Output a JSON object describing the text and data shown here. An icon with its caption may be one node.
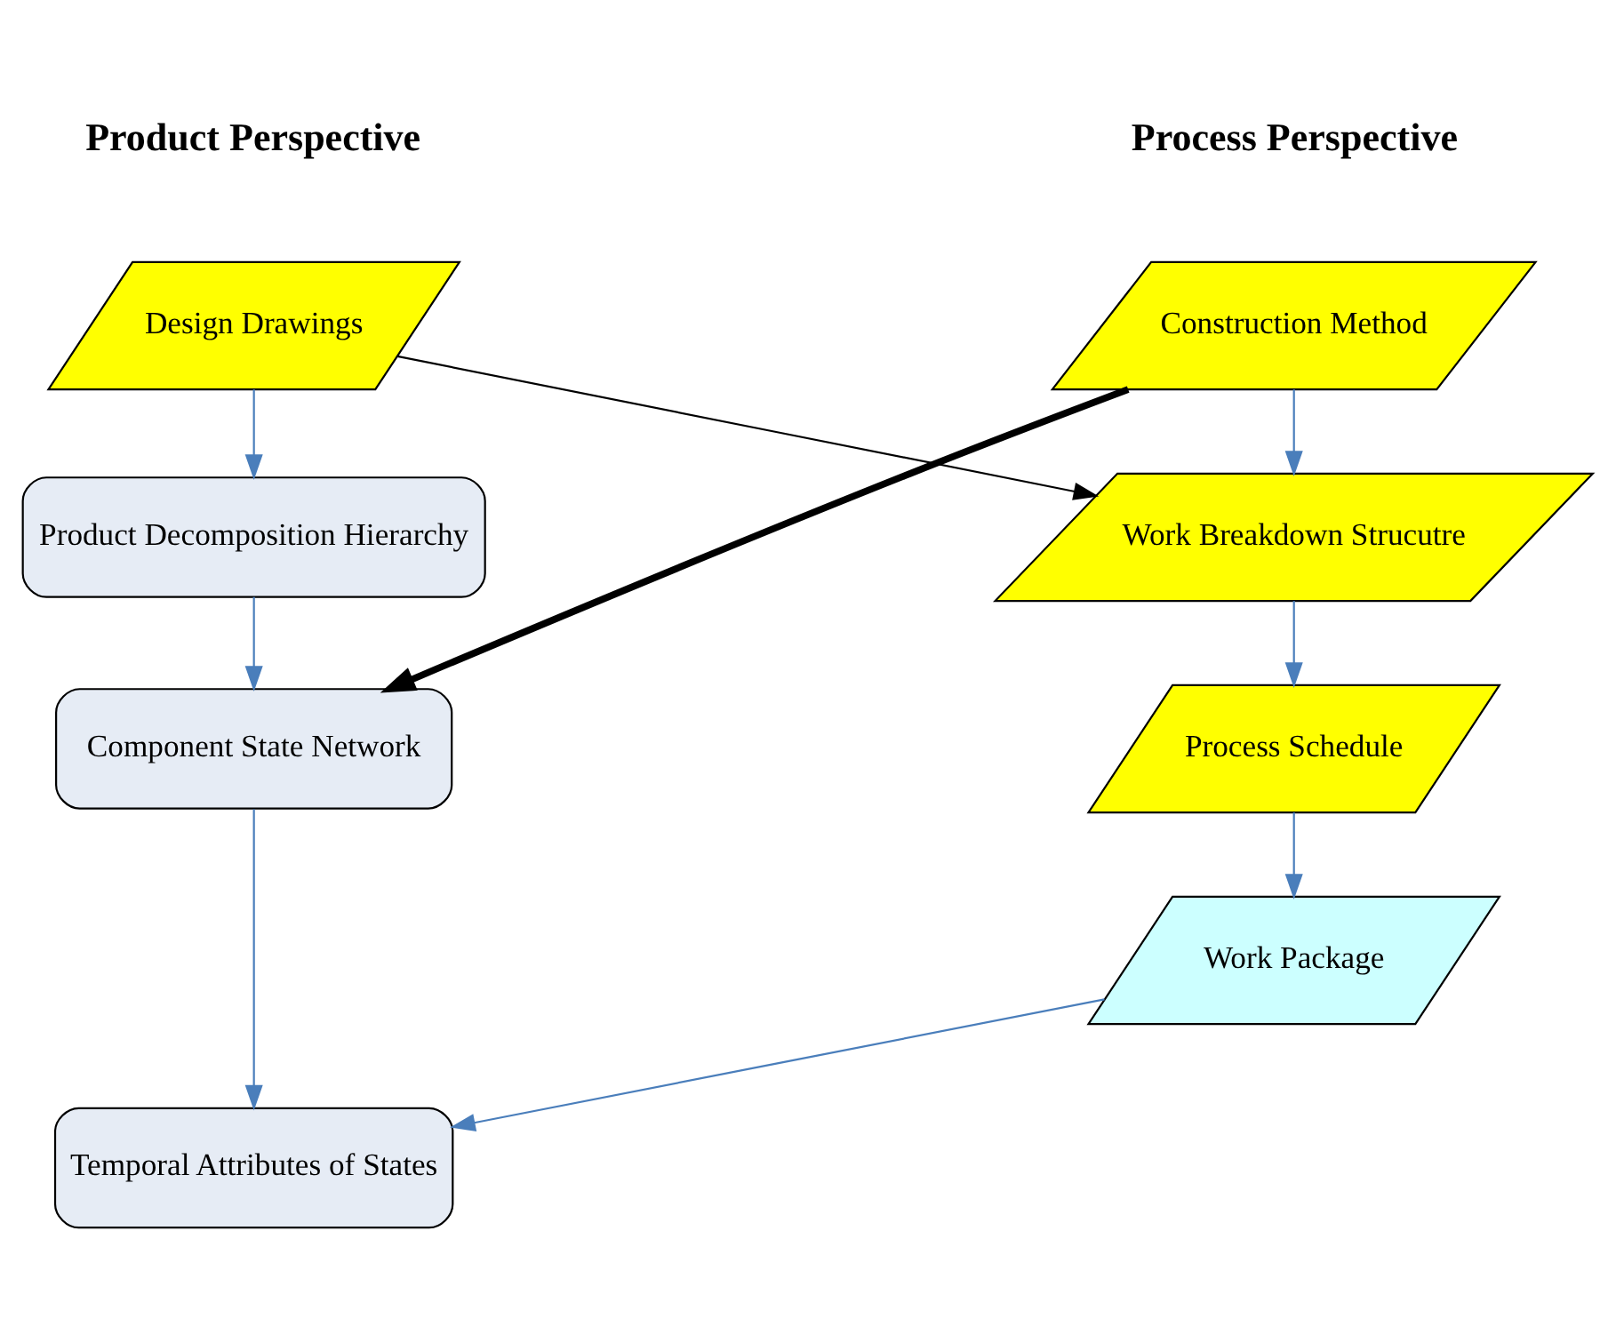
{
  "diagram": {
    "nodes": [
      {
        "text": [
          "Design Drawings"
        ]
      },
      {
        "text": [
          "Construction Method"
        ]
      },
      {
        "text": [
          "Product Decomposition Hierarchy"
        ]
      },
      {
        "text": [
          "Work Breakdown Strucutre"
        ]
      },
      {
        "text": [
          "Component State Network"
        ]
      },
      {
        "text": [
          "Process Schedule"
        ]
      },
      {
        "text": [
          "Work Package"
        ]
      },
      {
        "text": [
          "Temporal Attributes of States"
        ]
      }
    ],
    "edges": [
      {
        "from": 0,
        "to": 2,
        "arrow": "to"
      },
      {
        "from": 0,
        "to": 3,
        "arrow": "to",
        "color": "#000000"
      },
      {
        "from": 1,
        "to": 3,
        "arrow": "to"
      },
      {
        "from": 1,
        "to": 4,
        "arrow": "to",
        "style": "thick",
        "color": "#000000"
      },
      {
        "from": 2,
        "to": 4,
        "arrow": "to"
      },
      {
        "from": 3,
        "to": 5,
        "arrow": "to"
      },
      {
        "from": 5,
        "to": 6,
        "arrow": "to"
      },
      {
        "from": 4,
        "to": 7,
        "arrow": "to"
      },
      {
        "from": 6,
        "to": 7,
        "arrow": "to"
      }
    ],
    "labels": [
      "Product Perspective",
      "Process Perspective"
    ]
  }
}
